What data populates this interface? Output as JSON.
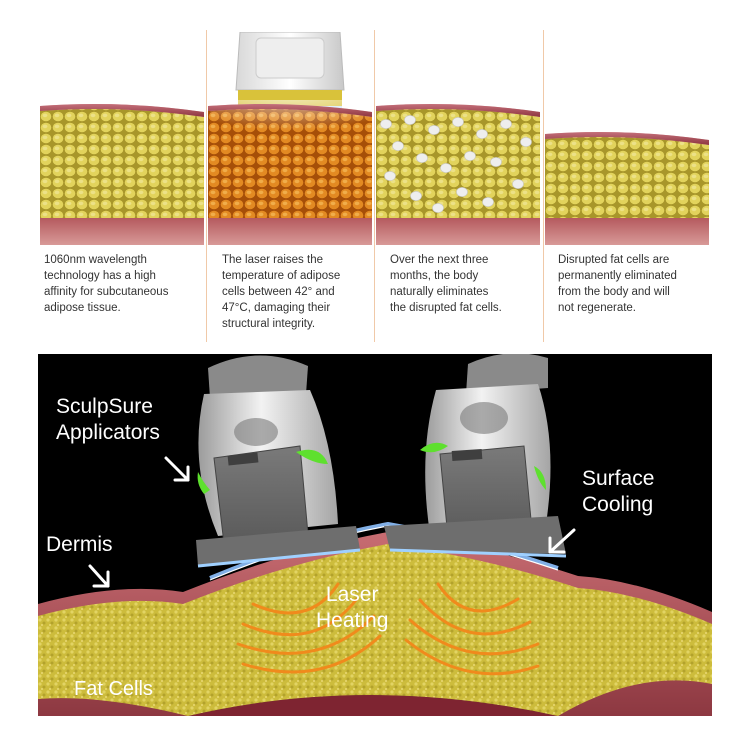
{
  "steps": [
    {
      "caption": [
        "1060nm wavelength",
        "technology has a high",
        "affinity for subcutaneous",
        "adipose  tissue."
      ]
    },
    {
      "caption": [
        "The laser raises the",
        "temperature of adipose",
        "cells between 42° and",
        "47°C, damaging their",
        "structural integrity."
      ]
    },
    {
      "caption": [
        "Over the next three",
        "months, the body",
        "naturally eliminates",
        "the disrupted fat cells."
      ]
    },
    {
      "caption": [
        "Disrupted fat cells are",
        "permanently eliminated",
        "from the body and will",
        "not regenerate."
      ]
    }
  ],
  "labels": {
    "applicators": [
      "SculpSure",
      "Applicators"
    ],
    "dermis": "Dermis",
    "cooling": [
      "Surface",
      "Cooling"
    ],
    "heating": [
      "Laser",
      "Heating"
    ],
    "fat": "Fat Cells"
  },
  "colors": {
    "fat_yellow": "#d8c84a",
    "fat_orange": "#e0801a",
    "dermis_red": "#a8444e",
    "cooling_blue": "#7fb4ff",
    "applicator_green": "#5ee02e",
    "heat_waves": "#f08a1c"
  }
}
